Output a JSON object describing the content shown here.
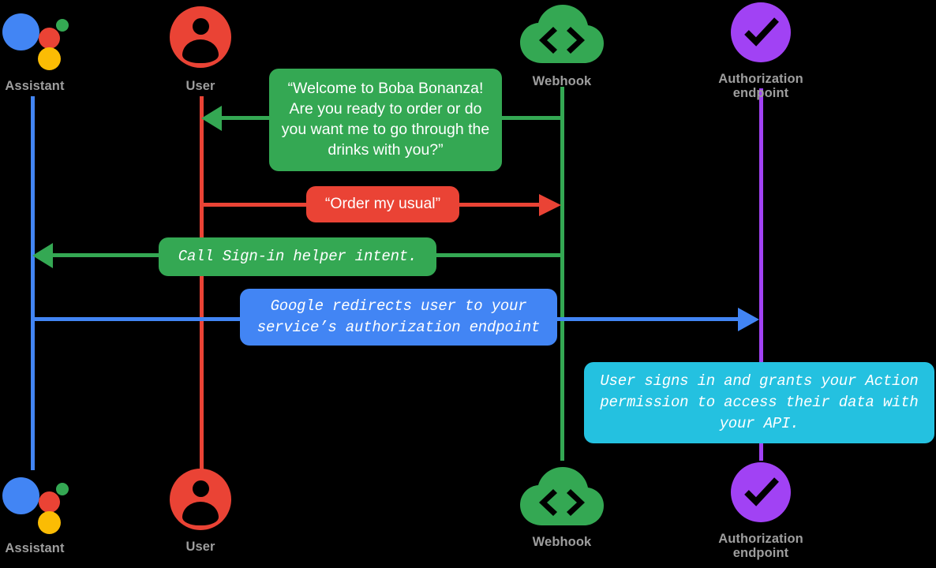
{
  "diagram": {
    "title": "Account linking sequence diagram",
    "background": "#000000",
    "label_color": "#9e9e9e"
  },
  "colors": {
    "assistant_blue": "#4285f4",
    "user_red": "#ea4335",
    "webhook_green": "#34a853",
    "auth_purple": "#a142f4",
    "bubble_green": "#34a853",
    "bubble_red": "#ea4335",
    "bubble_blue": "#4285f4",
    "bubble_cyan": "#24c1e0",
    "assistant_dot_yellow": "#fbbc04"
  },
  "actors": [
    {
      "id": "assistant",
      "label": "Assistant",
      "icon": "google-assistant-icon",
      "lifeline_color": "#4285f4"
    },
    {
      "id": "user",
      "label": "User",
      "icon": "user-avatar-icon",
      "lifeline_color": "#ea4335"
    },
    {
      "id": "webhook",
      "label": "Webhook",
      "icon": "cloud-code-icon",
      "lifeline_color": "#34a853"
    },
    {
      "id": "auth",
      "label": "Authorization\nendpoint",
      "icon": "purple-check-icon",
      "lifeline_color": "#a142f4"
    }
  ],
  "messages": [
    {
      "id": "welcome",
      "text": "“Welcome to Boba Bonanza! Are you ready to order or do you want me to go through the drinks with you?”",
      "lines": [
        "“Welcome to Boba Bonanza!",
        "Are you ready to order or do",
        "you want me to go through",
        "the drinks with you?”"
      ],
      "from": "webhook",
      "to": "user",
      "direction": "left",
      "color": "#34a853",
      "font": "sans"
    },
    {
      "id": "order-my-usual",
      "text": "“Order my usual”",
      "lines": [
        "“Order my usual”"
      ],
      "from": "user",
      "to": "webhook",
      "direction": "right",
      "color": "#ea4335",
      "font": "sans"
    },
    {
      "id": "call-signin-helper",
      "text": "Call Sign-in helper intent.",
      "lines": [
        "Call Sign-in helper intent."
      ],
      "from": "webhook",
      "to": "assistant",
      "direction": "left",
      "color": "#34a853",
      "font": "mono"
    },
    {
      "id": "google-redirect",
      "text": "Google redirects user to your service’s authorization endpoint",
      "lines": [
        "Google redirects user to your",
        "service’s authorization endpoint"
      ],
      "from": "assistant",
      "to": "auth",
      "direction": "right",
      "color": "#4285f4",
      "font": "mono"
    },
    {
      "id": "user-signs-in",
      "text": "User signs in and grants your Action permission to access their data with your API.",
      "lines": [
        "User signs in and grants your",
        "Action permission to access their",
        "data with your API."
      ],
      "from": "auth",
      "to": "auth",
      "direction": "note",
      "color": "#24c1e0",
      "font": "mono"
    }
  ]
}
